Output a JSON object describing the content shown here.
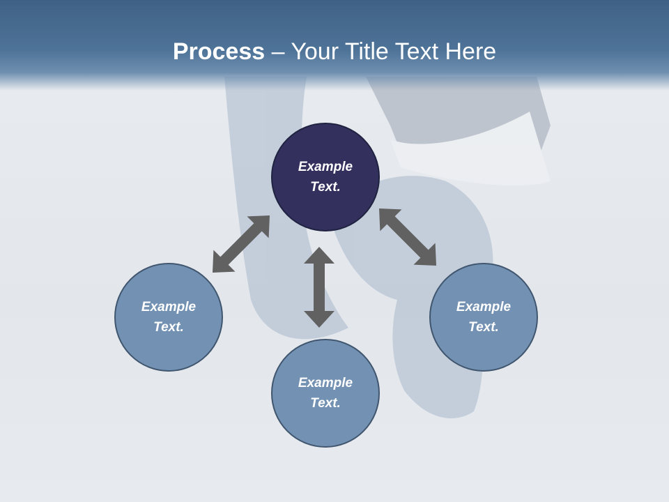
{
  "header": {
    "title_bold": "Process",
    "title_rest": " – Your Title Text Here"
  },
  "colors": {
    "header_blue": "#4e7398",
    "primary_node": "#33305e",
    "secondary_node": "#7391b2",
    "arrow": "#616161"
  },
  "nodes": [
    {
      "id": "top",
      "line1": "Example",
      "line2": "Text."
    },
    {
      "id": "left",
      "line1": "Example",
      "line2": "Text."
    },
    {
      "id": "bottom",
      "line1": "Example",
      "line2": "Text."
    },
    {
      "id": "right",
      "line1": "Example",
      "line2": "Text."
    }
  ]
}
